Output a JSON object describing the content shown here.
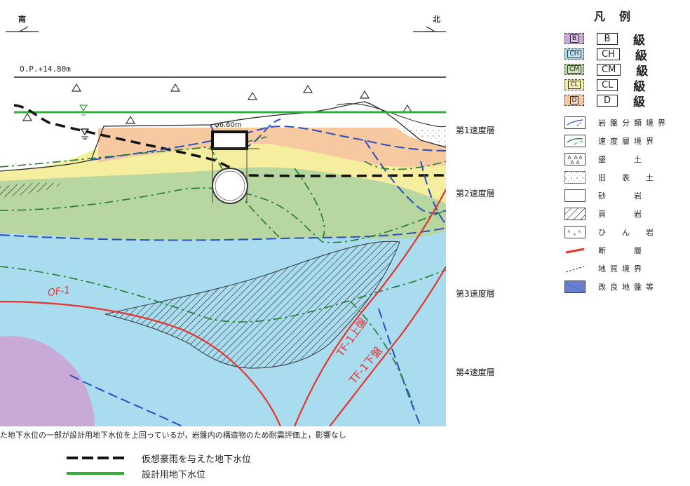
{
  "directions": {
    "south": "南",
    "north": "北"
  },
  "elevation_label": "O.P.+14.80m",
  "tunnel_label": "φ6.60m",
  "fault_labels": {
    "of1": "OF-1",
    "tf1_upper": "TF-1上盤",
    "tf1_lower": "TF-1下盤"
  },
  "velocity_layers": [
    "第1速度層",
    "第2速度層",
    "第3速度層",
    "第4速度層"
  ],
  "legend": {
    "title": "凡　例",
    "grades": [
      {
        "code": "B",
        "label": "B",
        "suffix": "級",
        "color": "#c9a9d6"
      },
      {
        "code": "CH",
        "label": "CH",
        "suffix": "級",
        "color": "#a9dcef"
      },
      {
        "code": "CM",
        "label": "CM",
        "suffix": "級",
        "color": "#b8d6a0"
      },
      {
        "code": "CL",
        "label": "CL",
        "suffix": "級",
        "color": "#f5ee9e"
      },
      {
        "code": "D",
        "label": "D",
        "suffix": "級",
        "color": "#f6c9a0"
      }
    ],
    "symbols": [
      {
        "icon": "rock-class-boundary-icon",
        "label": "岩盤分類境界"
      },
      {
        "icon": "velocity-layer-boundary-icon",
        "label": "速度層境界"
      },
      {
        "icon": "fill-icon",
        "label": "盛　　土"
      },
      {
        "icon": "old-surface-soil-icon",
        "label": "旧　表　土"
      },
      {
        "icon": "sandstone-icon",
        "label": "砂　　岩"
      },
      {
        "icon": "shale-icon",
        "label": "頁　　岩"
      },
      {
        "icon": "porphyrite-icon",
        "label": "ひ　ん　岩"
      },
      {
        "icon": "fault-icon",
        "label": "断　　層"
      },
      {
        "icon": "geologic-boundary-icon",
        "label": "地質境界"
      },
      {
        "icon": "improved-ground-icon",
        "label": "改良地盤等"
      }
    ]
  },
  "note": "た地下水位の一部が設計用地下水位を上回っているが，岩盤内の構造物のため耐震評価上，影響なし",
  "line_key": [
    {
      "label": "仮想豪雨を与えた地下水位",
      "style": "dashed-black"
    },
    {
      "label": "設計用地下水位",
      "style": "solid-green"
    }
  ],
  "colors": {
    "B": "#c9a9d6",
    "CH": "#a9dcef",
    "CM": "#b8d6a0",
    "CL": "#f5ee9e",
    "D": "#f6c9a0",
    "fault": "#e8322a",
    "design_water": "#2fae3b"
  }
}
